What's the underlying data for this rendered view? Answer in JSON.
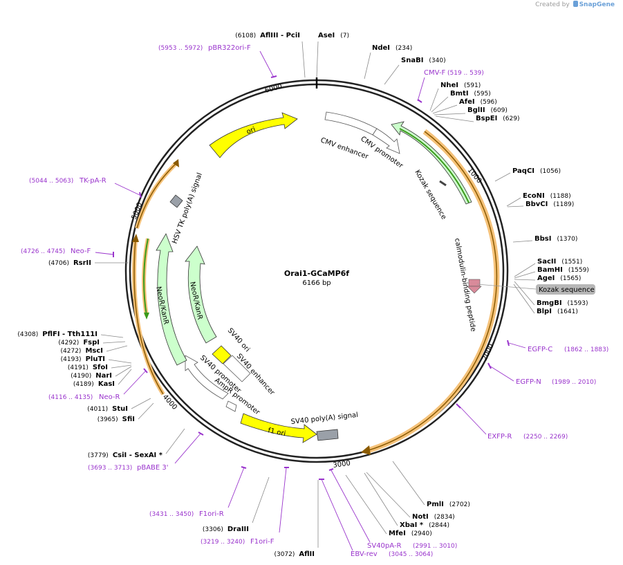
{
  "credit": {
    "prefix": "Created by",
    "brand": "SnapGene"
  },
  "plasmid": {
    "name": "Orai1-GCaMP6f",
    "size_label": "6166 bp",
    "length": 6166
  },
  "ticks": [
    "1000",
    "2000",
    "3000",
    "4000",
    "5000",
    "6000"
  ],
  "sites": [
    {
      "name": "AseI",
      "pos": "(7)"
    },
    {
      "name": "NdeI",
      "pos": "(234)"
    },
    {
      "name": "SnaBI",
      "pos": "(340)"
    },
    {
      "name": "NheI",
      "pos": "(591)"
    },
    {
      "name": "BmtI",
      "pos": "(595)"
    },
    {
      "name": "AfeI",
      "pos": "(596)"
    },
    {
      "name": "BglII",
      "pos": "(609)"
    },
    {
      "name": "BspEI",
      "pos": "(629)"
    },
    {
      "name": "PaqCI",
      "pos": "(1056)"
    },
    {
      "name": "EcoNI",
      "pos": "(1188)"
    },
    {
      "name": "BbvCI",
      "pos": "(1189)"
    },
    {
      "name": "BbsI",
      "pos": "(1370)"
    },
    {
      "name": "SacII",
      "pos": "(1551)"
    },
    {
      "name": "BamHI",
      "pos": "(1559)"
    },
    {
      "name": "AgeI",
      "pos": "(1565)"
    },
    {
      "name": "BmgBI",
      "pos": "(1593)"
    },
    {
      "name": "BlpI",
      "pos": "(1641)"
    },
    {
      "name": "PmlI",
      "pos": "(2702)"
    },
    {
      "name": "NotI",
      "pos": "(2834)"
    },
    {
      "name": "XbaI *",
      "pos": "(2844)"
    },
    {
      "name": "MfeI",
      "pos": "(2940)"
    },
    {
      "name": "AflII",
      "pos": "(3072)"
    },
    {
      "name": "DraIII",
      "pos": "(3306)"
    },
    {
      "name": "CsiI  - SexAI *",
      "pos": "(3779)"
    },
    {
      "name": "SfiI",
      "pos": "(3965)"
    },
    {
      "name": "StuI",
      "pos": "(4011)"
    },
    {
      "name": "KasI",
      "pos": "(4189)"
    },
    {
      "name": "NarI",
      "pos": "(4190)"
    },
    {
      "name": "SfoI",
      "pos": "(4191)"
    },
    {
      "name": "PluTI",
      "pos": "(4193)"
    },
    {
      "name": "MscI",
      "pos": "(4272)"
    },
    {
      "name": "FspI",
      "pos": "(4292)"
    },
    {
      "name": "PflFI  - Tth111I",
      "pos": "(4308)"
    },
    {
      "name": "RsrII",
      "pos": "(4706)"
    },
    {
      "name": "AflIII  - PciI",
      "pos": "(6108)"
    }
  ],
  "primers": [
    {
      "name": "CMV-F",
      "pos": "(519 .. 539)"
    },
    {
      "name": "EGFP-C",
      "pos": "(1862 .. 1883)"
    },
    {
      "name": "EGFP-N",
      "pos": "(1989 .. 2010)"
    },
    {
      "name": "EXFP-R",
      "pos": "(2250 .. 2269)"
    },
    {
      "name": "SV40pA-R",
      "pos": "(2991 .. 3010)"
    },
    {
      "name": "EBV-rev",
      "pos": "(3045 .. 3064)"
    },
    {
      "name": "F1ori-F",
      "pos": "(3219 .. 3240)"
    },
    {
      "name": "F1ori-R",
      "pos": "(3431 .. 3450)"
    },
    {
      "name": "pBABE 3'",
      "pos": "(3693 .. 3713)"
    },
    {
      "name": "Neo-R",
      "pos": "(4116 .. 4135)"
    },
    {
      "name": "Neo-F",
      "pos": "(4726 .. 4745)"
    },
    {
      "name": "TK-pA-R",
      "pos": "(5044 .. 5063)"
    },
    {
      "name": "pBR322ori-F",
      "pos": "(5953 .. 5972)"
    }
  ],
  "features": {
    "cmv_enhancer": "CMV enhancer",
    "cmv_promoter": "CMV promoter",
    "kozak_1": "Kozak sequence",
    "calmodulin": "calmodulin-binding peptide",
    "kozak_2": "Kozak sequence",
    "sv40_polya": "SV40 poly(A) signal",
    "f1_ori": "f1 ori",
    "ampr_promoter": "AmpR promoter",
    "sv40_promoter": "SV40 promoter",
    "sv40_ori": "SV40 ori",
    "sv40_enhancer": "SV40 enhancer",
    "neor_inner": "NeoR/KanR",
    "neor_outer": "NeoR/KanR",
    "hsv_tk": "HSV TK poly(A) signal",
    "ori": "ori"
  },
  "colors": {
    "backbone": "#222222",
    "primer": "#9933cc",
    "site_line": "#888888",
    "yellow": "#ffff00",
    "green_fill": "#ccffcc",
    "gray_box": "#9aa0a8",
    "orange_halo": "#f5c27a",
    "orange_line": "#8a5a00",
    "green_line": "#3a9a1a",
    "pink_marker": "#d98a9a"
  }
}
